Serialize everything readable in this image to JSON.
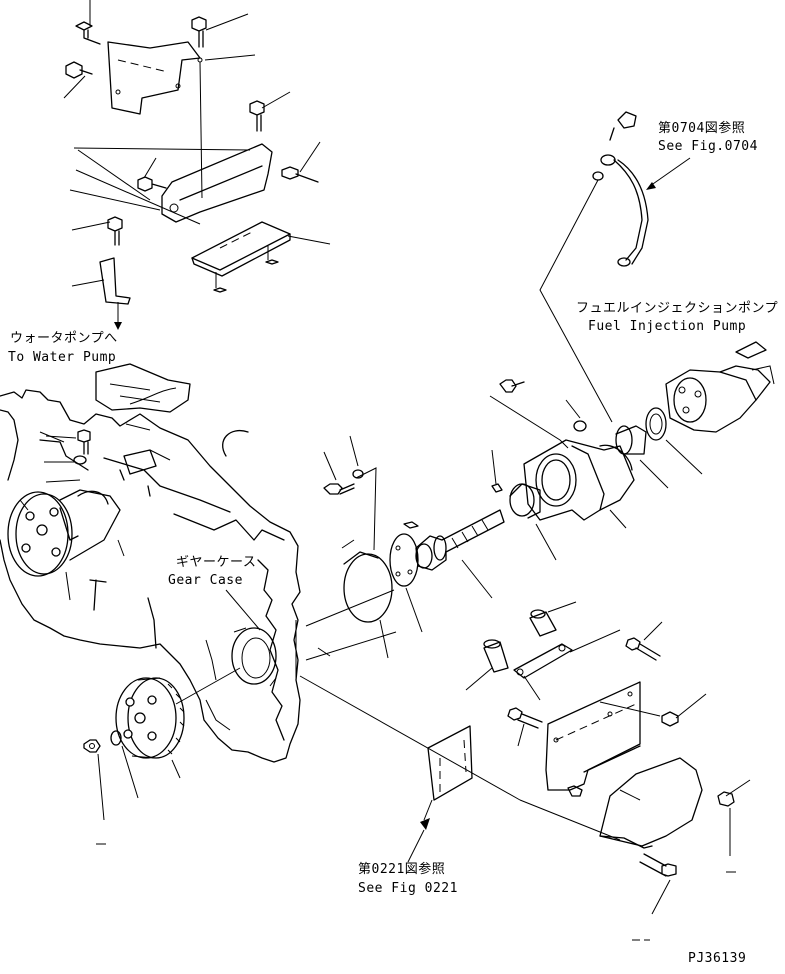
{
  "labels": {
    "fig0704_jp": "第0704図参照",
    "fig0704_en": "See Fig.0704",
    "fuel_pump_jp": "フュエルインジェクションポンプ",
    "fuel_pump_en": "Fuel Injection Pump",
    "water_pump_jp": "ウォータポンプへ",
    "water_pump_en": "To Water Pump",
    "gear_case_jp": "ギヤーケース",
    "gear_case_en": "Gear Case",
    "fig0221_jp": "第0221図参照",
    "fig0221_en": "See Fig 0221",
    "drawing_code": "PJ36139"
  }
}
